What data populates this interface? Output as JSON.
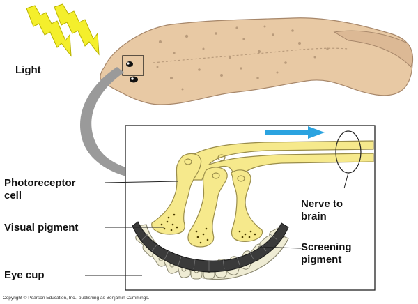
{
  "labels": {
    "light": "Light",
    "photoreceptor_line1": "Photoreceptor",
    "photoreceptor_line2": "cell",
    "visual_pigment": "Visual pigment",
    "eye_cup": "Eye cup",
    "nerve_line1": "Nerve to",
    "nerve_line2": "brain",
    "screening_line1": "Screening",
    "screening_line2": "pigment"
  },
  "copyright": "Copyright © Pearson Education, Inc., publishing as Benjamin Cummings.",
  "colors": {
    "light_bolt": "#f4ef2c",
    "flatworm_body": "#e8c9a4",
    "flatworm_spots": "#b99b7b",
    "photoreceptor_fill": "#f6e98c",
    "photoreceptor_stroke": "#9a8d4a",
    "screening_pigment": "#3a3a3a",
    "eye_cup_cells": "#efecd4",
    "arrow_gray": "#9a9a9a",
    "signal_arrow": "#2ba3e0"
  }
}
